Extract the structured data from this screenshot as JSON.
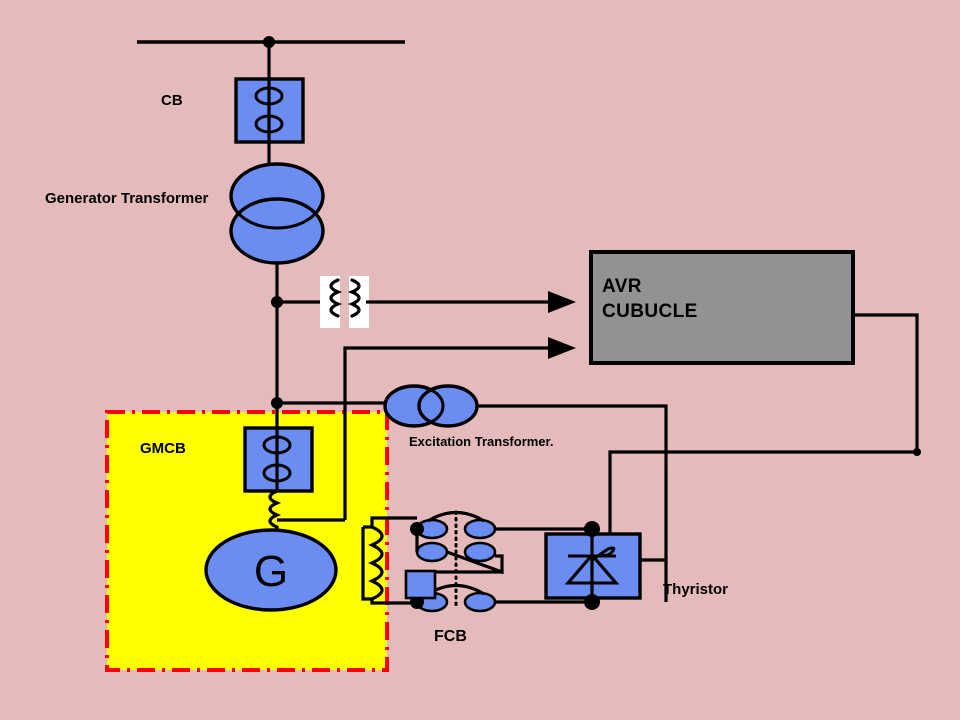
{
  "diagram": {
    "title": "Generator Excitation System Single Line Diagram",
    "background_color": "#E5BABA",
    "labels": {
      "cb": "CB",
      "generator_transformer": "Generator Transformer",
      "gmcb": "GMCB",
      "excitation_transformer": "Excitation Transformer.",
      "fcb": "FCB",
      "thyristor": "Thyristor",
      "generator_symbol": "G",
      "avr_line1": "AVR",
      "avr_line2": "CUBUCLE"
    },
    "colors": {
      "background": "#E5BABA",
      "device_blue": "#6B8CF0",
      "avr_gray": "#929292",
      "zone_yellow": "#FFFF00",
      "zone_border_red": "#FF0000",
      "wire_black": "#000000",
      "pad_white": "#FFFFFF"
    },
    "components": [
      {
        "id": "busbar",
        "name": "High voltage busbar",
        "type": "bus"
      },
      {
        "id": "cb",
        "name": "CB",
        "type": "circuit-breaker"
      },
      {
        "id": "generator-transformer",
        "name": "Generator Transformer",
        "type": "two-winding-transformer"
      },
      {
        "id": "voltage-transformer",
        "name": "Voltage sensing transformer",
        "type": "instrument-transformer"
      },
      {
        "id": "gmcb",
        "name": "GMCB",
        "type": "circuit-breaker"
      },
      {
        "id": "generator",
        "name": "G",
        "type": "synchronous-generator"
      },
      {
        "id": "field-winding",
        "name": "Generator field winding",
        "type": "coil"
      },
      {
        "id": "excitation-transformer",
        "name": "Excitation Transformer.",
        "type": "two-winding-transformer"
      },
      {
        "id": "fcb",
        "name": "FCB",
        "type": "field-circuit-breaker"
      },
      {
        "id": "field-discharge-resistor",
        "name": "Field discharge resistor",
        "type": "resistor"
      },
      {
        "id": "thyristor",
        "name": "Thyristor",
        "type": "thyristor-bridge"
      },
      {
        "id": "avr-cubicle",
        "name": "AVR CUBUCLE",
        "type": "control-cubicle"
      }
    ],
    "signals": [
      {
        "from": "voltage-transformer",
        "to": "avr-cubicle",
        "style": "arrow"
      },
      {
        "from": "excitation-transformer",
        "to": "avr-cubicle",
        "style": "arrow"
      },
      {
        "from": "avr-cubicle",
        "to": "thyristor",
        "style": "gate-control"
      }
    ]
  }
}
